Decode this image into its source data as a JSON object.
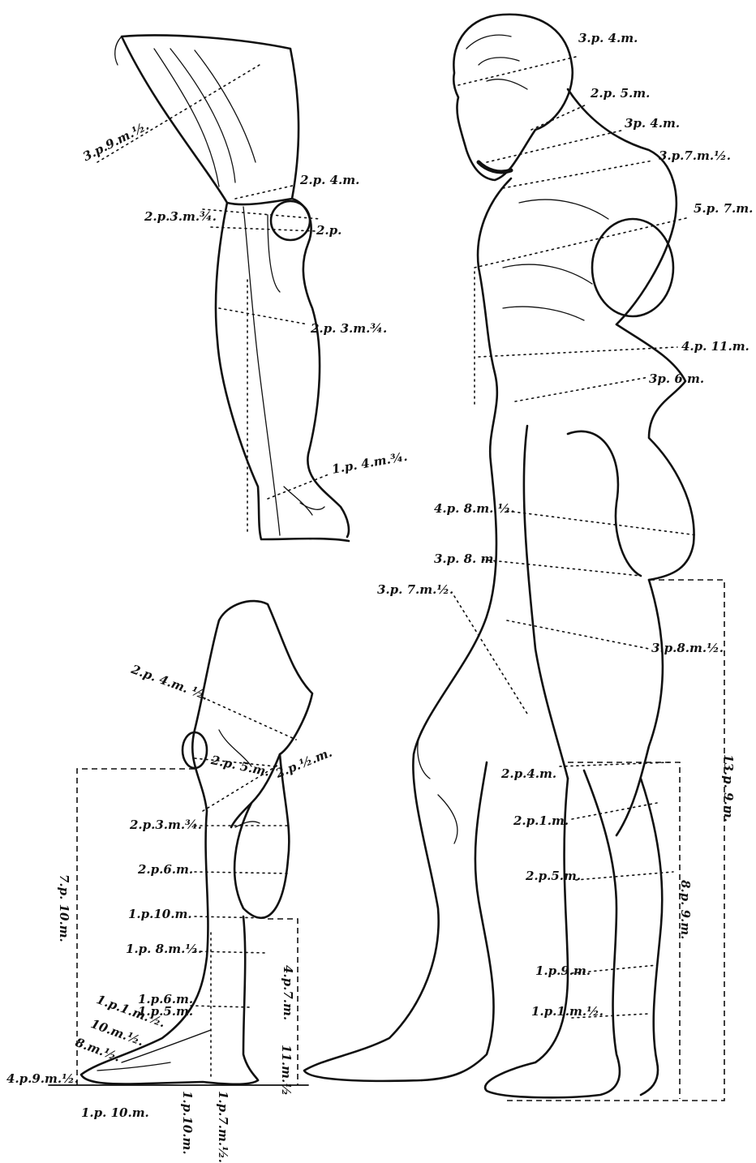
{
  "labels": {
    "thigh_top_circ": "3.p.9.m.½.",
    "thigh_above_knee": "2.p. 4.m.",
    "knee_upper": "2.p.3.m.¾.",
    "knee_cap": "2.p.",
    "calf_upper": "2.p. 3.m.¾.",
    "ankle_upper": "1.p. 4.m.¾.",
    "head": "3.p. 4.m.",
    "neck_upper": "2.p. 5.m.",
    "neck_lower": "3p. 4.m.",
    "shoulders": "3.p.7.m.½.",
    "chest": "5.p. 7.m.",
    "waist": "4.p. 11.m.",
    "hips_upper": "3p. 6.m.",
    "buttocks": "4.p. 8.m. ½.",
    "thigh_upper": "3.p. 8. m.",
    "thigh_front": "3.p. 7.m.½.",
    "thigh_mid": "3.p.8.m.½.",
    "total_height": "13.p. 9.m.",
    "leg2_thigh": "2.p. 4.m. ½.",
    "leg2_knee": "2.p. 5.m.",
    "leg2_knee_side": "2.p.½.m.",
    "leg2_calf_upper": "2.p.3.m.¾.",
    "leg2_calf": "2.p.6.m.",
    "leg2_calf_lower": "1.p.10.m.",
    "leg2_shin": "1.p. 8.m.½.",
    "leg2_ankle": "1.p.6.m.",
    "leg2_ankle_b": "1.p.5.m.",
    "leg2_heel": "1.p.1.m.½.",
    "leg2_instep": "10.m.½.",
    "leg2_toes": "8.m.½.",
    "leg2_foot_length": "4.p.9.m.½.",
    "leg2_box_height": "7.p. 10.m.",
    "leg2_inner_box": "4.p.7.m.",
    "leg2_heel_height": "11.m.½",
    "bottom_left": "1.p. 10.m.",
    "bottom_v1": "1.p.10.m.",
    "bottom_v2": "1.p.7.m.½.",
    "fig_knee": "2.p.4.m.",
    "fig_calf_upper": "2.p.1.m.",
    "fig_calf": "2.p.5.m.",
    "fig_shin": "1.p.9.m.",
    "fig_ankle": "1.p.1.m.½.",
    "fig_lower_height": "8.p. 9.m."
  }
}
